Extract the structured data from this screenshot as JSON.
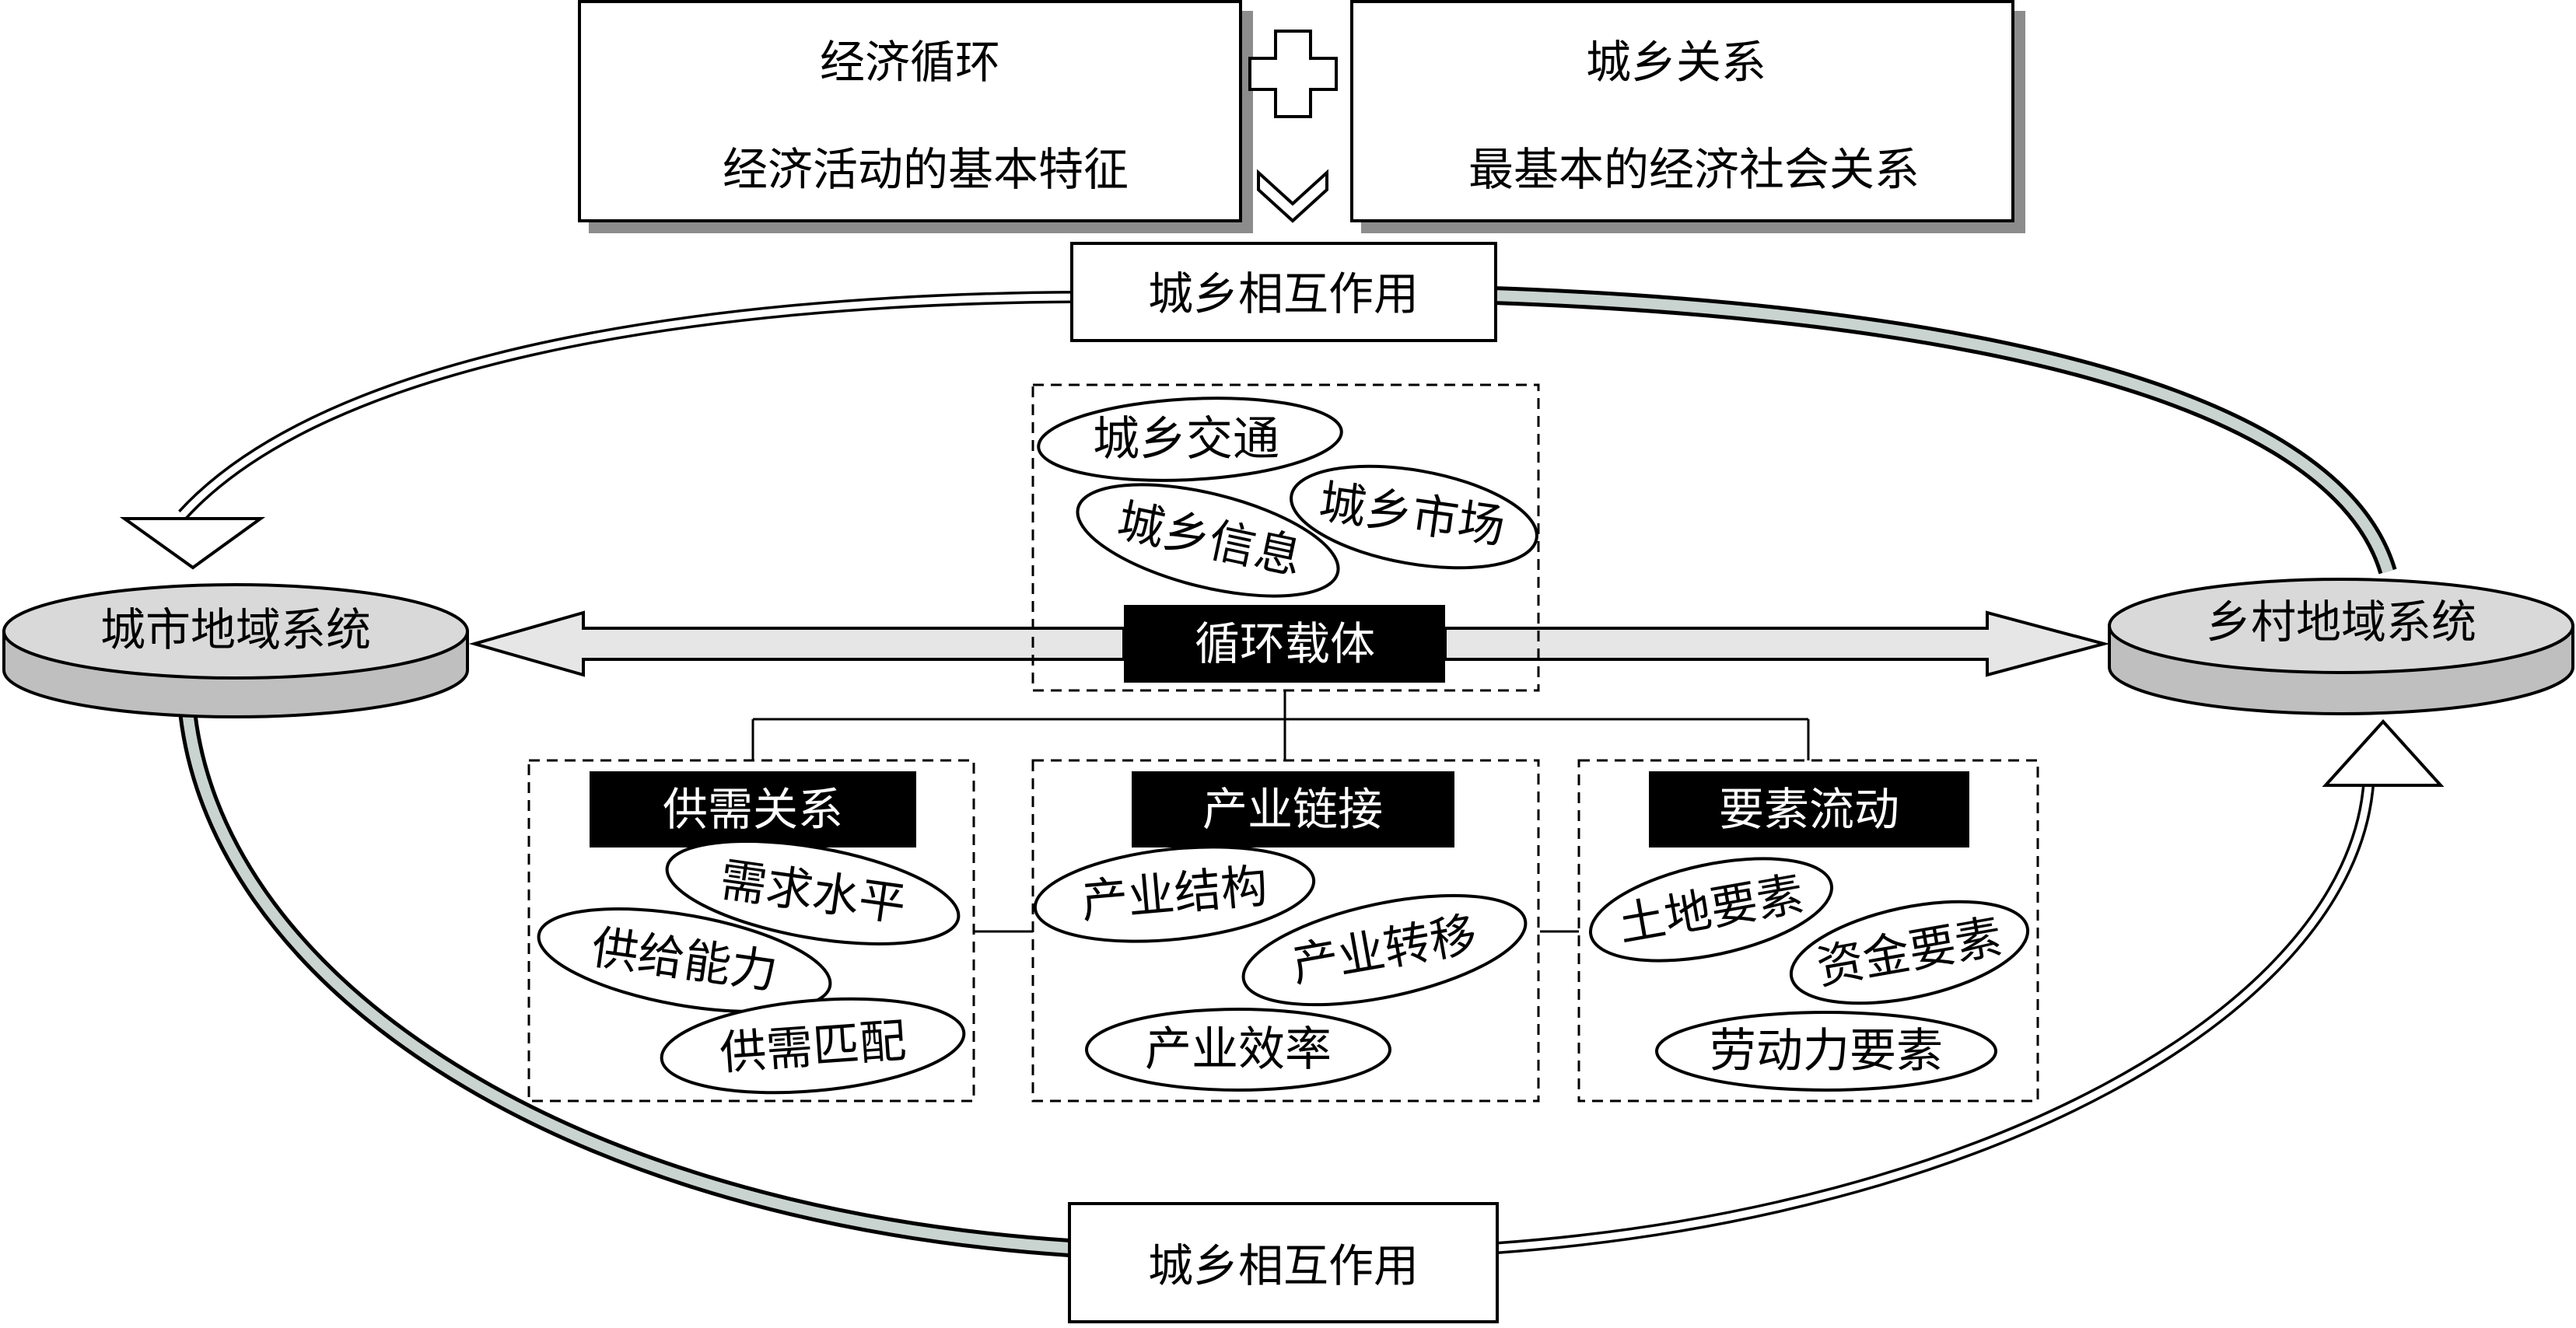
{
  "top": {
    "left_box": {
      "title": "经济循环",
      "subtitle": "经济活动的基本特征"
    },
    "right_box": {
      "title": "城乡关系",
      "subtitle": "最基本的经济社会关系"
    },
    "plus_icon": "plus-icon",
    "chevron_icon": "chevron-down-icon"
  },
  "interaction_top": "城乡相互作用",
  "interaction_bottom": "城乡相互作用",
  "urban_system": "城市地域系统",
  "rural_system": "乡村地域系统",
  "carrier": {
    "label": "循环载体",
    "items": [
      "城乡交通",
      "城乡市场",
      "城乡信息"
    ]
  },
  "groups": [
    {
      "header": "供需关系",
      "items": [
        "需求水平",
        "供给能力",
        "供需匹配"
      ]
    },
    {
      "header": "产业链接",
      "items": [
        "产业结构",
        "产业转移",
        "产业效率"
      ]
    },
    {
      "header": "要素流动",
      "items": [
        "土地要素",
        "资金要素",
        "劳动力要素"
      ]
    }
  ],
  "colors": {
    "ink": "#000000",
    "shadow": "#8c8c8c",
    "disk_top": "#d9d9d9",
    "disk_side": "#bfbfbf",
    "header_fill": "#000000",
    "header_text": "#ffffff",
    "arrow_fill": "#e6e6e6",
    "curve_fill": "#c9d3cf"
  }
}
